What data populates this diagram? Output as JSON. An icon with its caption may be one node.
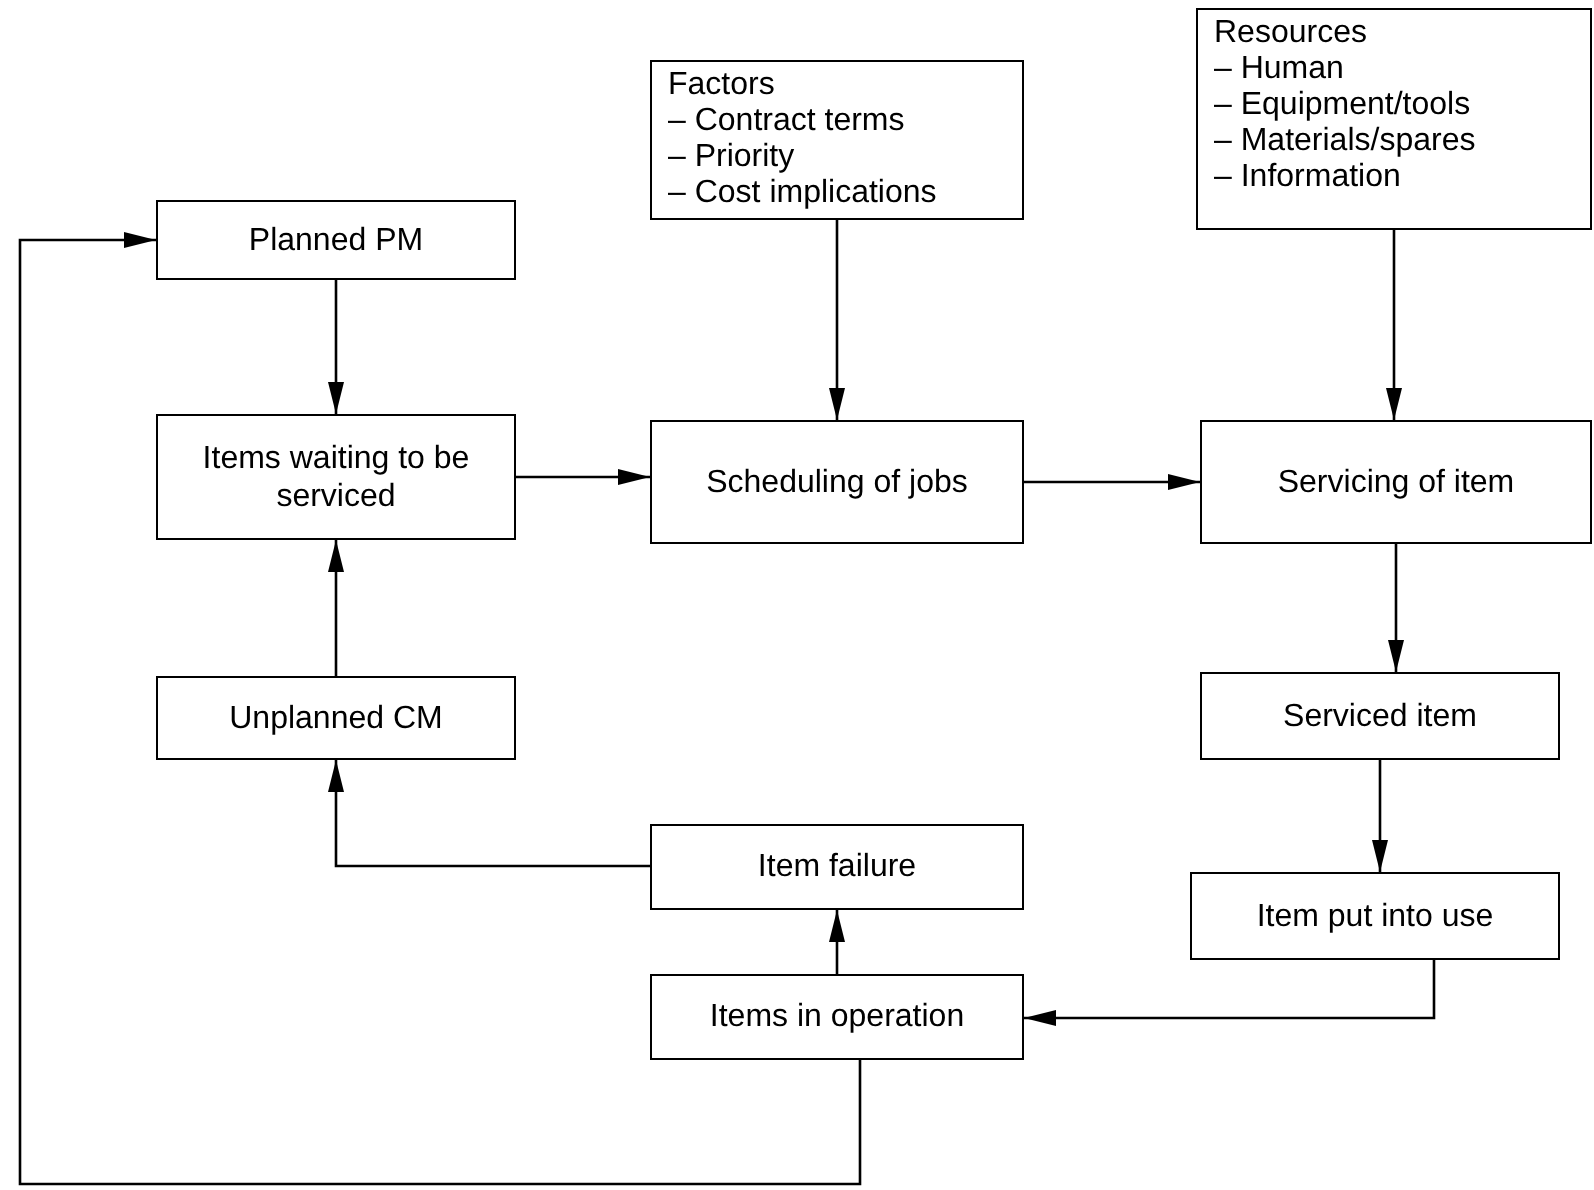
{
  "diagram": {
    "nodes": [
      {
        "text": [
          "Factors",
          "– Contract terms",
          "– Priority",
          "– Cost implications"
        ]
      },
      {
        "text": [
          "Resources",
          "– Human",
          "– Equipment/tools",
          "– Materials/spares",
          "– Information"
        ]
      },
      {
        "text": [
          "Planned PM"
        ]
      },
      {
        "text": [
          "Items waiting to be serviced"
        ]
      },
      {
        "text": [
          "Scheduling of jobs"
        ]
      },
      {
        "text": [
          "Servicing of item"
        ]
      },
      {
        "text": [
          "Unplanned CM"
        ]
      },
      {
        "text": [
          "Serviced item"
        ]
      },
      {
        "text": [
          "Item failure"
        ]
      },
      {
        "text": [
          "Item put into use"
        ]
      },
      {
        "text": [
          "Items in operation"
        ]
      }
    ],
    "edges": [
      {
        "from": 2,
        "to": 3,
        "arrow": "to"
      },
      {
        "from": 0,
        "to": 4,
        "arrow": "to"
      },
      {
        "from": 1,
        "to": 5,
        "arrow": "to"
      },
      {
        "from": 3,
        "to": 4,
        "arrow": "to"
      },
      {
        "from": 4,
        "to": 5,
        "arrow": "to"
      },
      {
        "from": 5,
        "to": 7,
        "arrow": "to"
      },
      {
        "from": 7,
        "to": 9,
        "arrow": "to"
      },
      {
        "from": 9,
        "to": 10,
        "arrow": "to"
      },
      {
        "from": 10,
        "to": 8,
        "arrow": "to"
      },
      {
        "from": 8,
        "to": 6,
        "arrow": "to"
      },
      {
        "from": 6,
        "to": 3,
        "arrow": "to"
      },
      {
        "from": 10,
        "to": 2,
        "arrow": "to"
      }
    ]
  }
}
